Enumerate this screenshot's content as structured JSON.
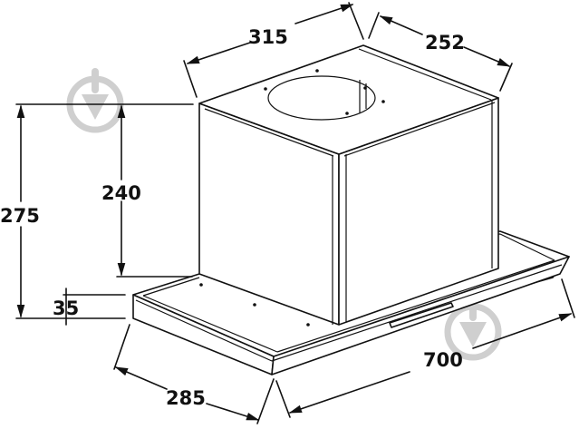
{
  "diagram": {
    "subject": "Built-in cooker hood dimension drawing",
    "units": "mm",
    "dimensions": {
      "chimney_width": "315",
      "chimney_depth": "252",
      "total_height": "275",
      "chimney_height": "240",
      "canopy_thickness": "35",
      "canopy_depth": "285",
      "canopy_width": "700"
    },
    "colors": {
      "line": "#111111",
      "background": "#ffffff",
      "watermark": "#cfcfcf"
    },
    "watermark_icon": "download-circle-icon"
  }
}
